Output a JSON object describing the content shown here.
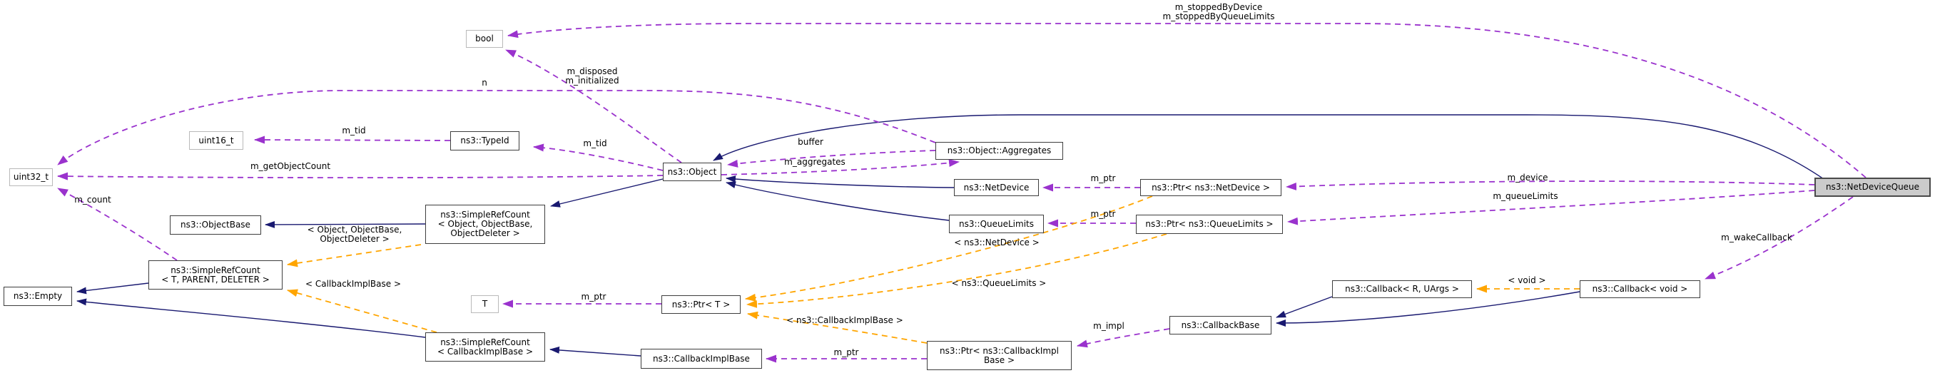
{
  "diagram": {
    "type": "doxygen-collaboration-graph",
    "subject": "ns3::NetDeviceQueue",
    "colors": {
      "inheritance_edge": "#191970",
      "usage_edge": "#9a32cd",
      "template_edge": "#ffa500",
      "node_border": "#3e3e3e",
      "external_node_border": "#b9b9b9",
      "main_node_fill": "#cbcbcb",
      "node_fill": "#ffffff"
    },
    "nodes": {
      "bool": {
        "label": "bool"
      },
      "uint16": {
        "label": "uint16_t"
      },
      "uint32": {
        "label": "uint32_t"
      },
      "t": {
        "label": "T"
      },
      "typeid": {
        "label": "ns3::TypeId"
      },
      "object": {
        "label": "ns3::Object"
      },
      "aggregates": {
        "label": "ns3::Object::Aggregates"
      },
      "netdevice": {
        "label": "ns3::NetDevice"
      },
      "queuelimits": {
        "label": "ns3::QueueLimits"
      },
      "ptr_netdevice": {
        "label": "ns3::Ptr< ns3::NetDevice >"
      },
      "ptr_queuelimits": {
        "label": "ns3::Ptr< ns3::QueueLimits >"
      },
      "objectbase": {
        "label": "ns3::ObjectBase"
      },
      "src_object": {
        "label": "ns3::SimpleRefCount\n< Object, ObjectBase,\nObjectDeleter >"
      },
      "src_tpd": {
        "label": "ns3::SimpleRefCount\n< T, PARENT, DELETER >"
      },
      "empty": {
        "label": "ns3::Empty"
      },
      "src_cib": {
        "label": "ns3::SimpleRefCount\n< CallbackImplBase >"
      },
      "callbackimplbase": {
        "label": "ns3::CallbackImplBase"
      },
      "ptr_t": {
        "label": "ns3::Ptr< T >"
      },
      "ptr_cib": {
        "label": "ns3::Ptr< ns3::CallbackImpl\nBase >"
      },
      "callbackbase": {
        "label": "ns3::CallbackBase"
      },
      "callback_ruargs": {
        "label": "ns3::Callback< R, UArgs >"
      },
      "callback_void": {
        "label": "ns3::Callback< void >"
      },
      "netdevicequeue": {
        "label": "ns3::NetDeviceQueue"
      }
    },
    "edge_labels": {
      "stopped": "m_stoppedByDevice\nm_stoppedByQueueLimits",
      "disposed": "m_disposed\nm_initialized",
      "n": "n",
      "m_tid_left": "m_tid",
      "m_tid_right": "m_tid",
      "buffer": "buffer",
      "m_aggregates": "m_aggregates",
      "m_getObjectCount": "m_getObjectCount",
      "m_count": "m_count",
      "m_ptr_netdevice": "m_ptr",
      "m_ptr_queuelimits": "m_ptr",
      "m_ptr_t": "m_ptr",
      "m_ptr_cib": "m_ptr",
      "m_impl": "m_impl",
      "m_device": "m_device",
      "m_queueLimits": "m_queueLimits",
      "m_wakeCallback": "m_wakeCallback",
      "tmpl_object": "< Object, ObjectBase,\nObjectDeleter >",
      "tmpl_cib": "< CallbackImplBase >",
      "tmpl_netdevice": "< ns3::NetDevice >",
      "tmpl_queuelimits": "< ns3::QueueLimits >",
      "tmpl_cib_ptr": "< ns3::CallbackImplBase >",
      "tmpl_void": "< void >"
    },
    "edges": [
      {
        "from": "ns3::NetDeviceQueue",
        "to": "ns3::Object",
        "type": "inheritance"
      },
      {
        "from": "ns3::NetDevice",
        "to": "ns3::Object",
        "type": "inheritance"
      },
      {
        "from": "ns3::QueueLimits",
        "to": "ns3::Object",
        "type": "inheritance"
      },
      {
        "from": "ns3::Object",
        "to": "ns3::SimpleRefCount< Object, ObjectBase, ObjectDeleter >",
        "type": "inheritance"
      },
      {
        "from": "ns3::SimpleRefCount< Object, ObjectBase, ObjectDeleter >",
        "to": "ns3::ObjectBase",
        "type": "inheritance"
      },
      {
        "from": "ns3::SimpleRefCount< T, PARENT, DELETER >",
        "to": "ns3::Empty",
        "type": "inheritance"
      },
      {
        "from": "ns3::SimpleRefCount< CallbackImplBase >",
        "to": "ns3::Empty",
        "type": "inheritance"
      },
      {
        "from": "ns3::CallbackImplBase",
        "to": "ns3::SimpleRefCount< CallbackImplBase >",
        "type": "inheritance"
      },
      {
        "from": "ns3::Callback< R, UArgs >",
        "to": "ns3::CallbackBase",
        "type": "inheritance"
      },
      {
        "from": "ns3::Callback< void >",
        "to": "ns3::CallbackBase",
        "type": "inheritance"
      },
      {
        "from": "ns3::NetDeviceQueue",
        "to": "bool",
        "label": "m_stoppedByDevice\nm_stoppedByQueueLimits",
        "type": "usage"
      },
      {
        "from": "ns3::Object",
        "to": "bool",
        "label": "m_disposed\nm_initialized",
        "type": "usage"
      },
      {
        "from": "ns3::Object::Aggregates",
        "to": "uint32_t",
        "label": "n",
        "type": "usage"
      },
      {
        "from": "ns3::TypeId",
        "to": "uint16_t",
        "label": "m_tid",
        "type": "usage"
      },
      {
        "from": "ns3::Object",
        "to": "ns3::TypeId",
        "label": "m_tid",
        "type": "usage"
      },
      {
        "from": "ns3::Object",
        "to": "uint32_t",
        "label": "m_getObjectCount",
        "type": "usage"
      },
      {
        "from": "ns3::SimpleRefCount< T, PARENT, DELETER >",
        "to": "uint32_t",
        "label": "m_count",
        "type": "usage"
      },
      {
        "from": "ns3::Object::Aggregates",
        "to": "ns3::Object",
        "label": "buffer",
        "type": "usage"
      },
      {
        "from": "ns3::Object",
        "to": "ns3::Object::Aggregates",
        "label": "m_aggregates",
        "type": "usage"
      },
      {
        "from": "ns3::Ptr< ns3::NetDevice >",
        "to": "ns3::NetDevice",
        "label": "m_ptr",
        "type": "usage"
      },
      {
        "from": "ns3::Ptr< ns3::QueueLimits >",
        "to": "ns3::QueueLimits",
        "label": "m_ptr",
        "type": "usage"
      },
      {
        "from": "ns3::Ptr< T >",
        "to": "T",
        "label": "m_ptr",
        "type": "usage"
      },
      {
        "from": "ns3::Ptr< ns3::CallbackImplBase >",
        "to": "ns3::CallbackImplBase",
        "label": "m_ptr",
        "type": "usage"
      },
      {
        "from": "ns3::CallbackBase",
        "to": "ns3::Ptr< ns3::CallbackImplBase >",
        "label": "m_impl",
        "type": "usage"
      },
      {
        "from": "ns3::NetDeviceQueue",
        "to": "ns3::Ptr< ns3::NetDevice >",
        "label": "m_device",
        "type": "usage"
      },
      {
        "from": "ns3::NetDeviceQueue",
        "to": "ns3::Ptr< ns3::QueueLimits >",
        "label": "m_queueLimits",
        "type": "usage"
      },
      {
        "from": "ns3::NetDeviceQueue",
        "to": "ns3::Callback< void >",
        "label": "m_wakeCallback",
        "type": "usage"
      },
      {
        "from": "ns3::SimpleRefCount< Object, ObjectBase, ObjectDeleter >",
        "to": "ns3::SimpleRefCount< T, PARENT, DELETER >",
        "label": "< Object, ObjectBase,\nObjectDeleter >",
        "type": "template"
      },
      {
        "from": "ns3::SimpleRefCount< CallbackImplBase >",
        "to": "ns3::SimpleRefCount< T, PARENT, DELETER >",
        "label": "< CallbackImplBase >",
        "type": "template"
      },
      {
        "from": "ns3::Ptr< ns3::NetDevice >",
        "to": "ns3::Ptr< T >",
        "label": "< ns3::NetDevice >",
        "type": "template"
      },
      {
        "from": "ns3::Ptr< ns3::QueueLimits >",
        "to": "ns3::Ptr< T >",
        "label": "< ns3::QueueLimits >",
        "type": "template"
      },
      {
        "from": "ns3::Ptr< ns3::CallbackImplBase >",
        "to": "ns3::Ptr< T >",
        "label": "< ns3::CallbackImplBase >",
        "type": "template"
      },
      {
        "from": "ns3::Callback< void >",
        "to": "ns3::Callback< R, UArgs >",
        "label": "< void >",
        "type": "template"
      }
    ]
  }
}
